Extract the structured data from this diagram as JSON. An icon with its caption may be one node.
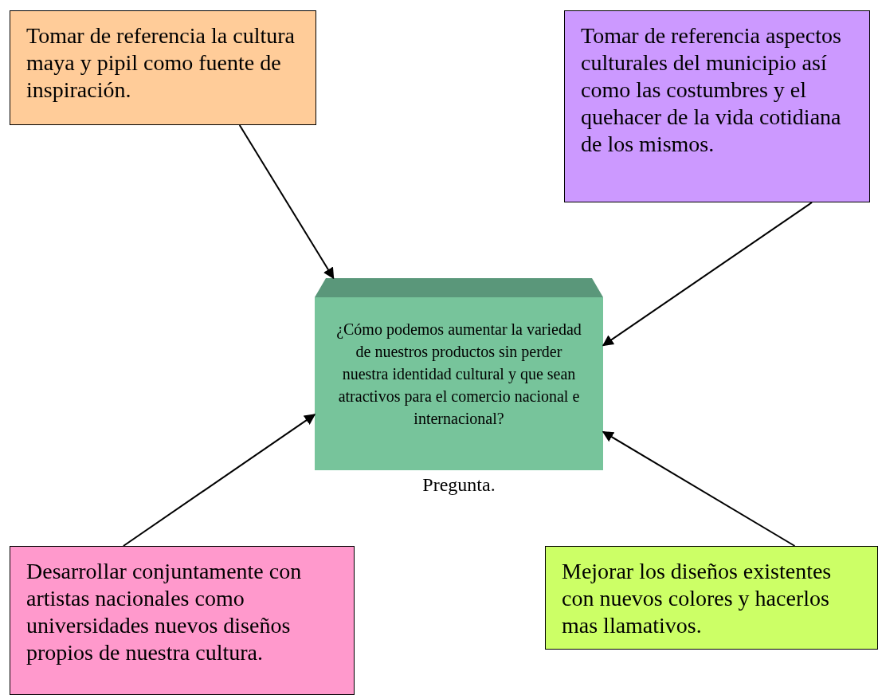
{
  "diagram": {
    "nodes": [
      {
        "text": [
          "Tomar de referencia la cultura maya y pipil como fuente de inspiración."
        ]
      },
      {
        "text": [
          "Tomar de referencia aspectos culturales del municipio así como las costumbres y el quehacer de la vida cotidiana de los mismos."
        ]
      },
      {
        "text": [
          "¿Cómo podemos aumentar la variedad de nuestros productos sin perder nuestra identidad cultural y que sean atractivos para el comercio nacional e internacional?"
        ],
        "beside": [
          "Pregunta."
        ]
      },
      {
        "text": [
          "Desarrollar conjuntamente con artistas nacionales como universidades nuevos diseños propios de nuestra cultura."
        ]
      },
      {
        "text": [
          "Mejorar los diseños existentes con nuevos colores y hacerlos mas llamativos."
        ]
      }
    ],
    "edges": [
      {
        "from": 0,
        "to": 2,
        "arrow": "to"
      },
      {
        "from": 1,
        "to": 2,
        "arrow": "to"
      },
      {
        "from": 3,
        "to": 2,
        "arrow": "to"
      },
      {
        "from": 4,
        "to": 2,
        "arrow": "to"
      }
    ]
  }
}
